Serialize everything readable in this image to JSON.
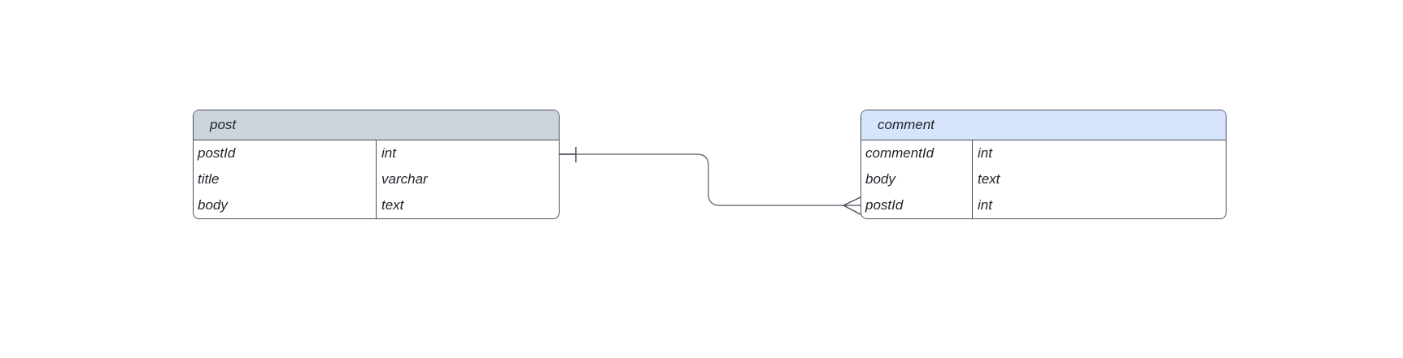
{
  "colors": {
    "canvas_background": "#ffffff",
    "post_header_fill": "#ced4dc",
    "comment_header_fill": "#d6e5fc",
    "table_border": "#4a515c",
    "connector_line": "#6f757e",
    "cardinality_marker": "#454c56",
    "text": "#1f2329"
  },
  "diagram": {
    "type": "entity-relationship",
    "tables": {
      "post": {
        "title": "post",
        "fields": [
          {
            "name": "postId",
            "type": "int"
          },
          {
            "name": "title",
            "type": "varchar"
          },
          {
            "name": "body",
            "type": "text"
          }
        ]
      },
      "comment": {
        "title": "comment",
        "fields": [
          {
            "name": "commentId",
            "type": "int"
          },
          {
            "name": "body",
            "type": "text"
          },
          {
            "name": "postId",
            "type": "int"
          }
        ]
      }
    },
    "relationship": {
      "from_table": "post",
      "from_field": "postId",
      "to_table": "comment",
      "to_field": "postId",
      "from_marker": "one",
      "to_marker": "many",
      "cardinality": "one-to-many"
    }
  }
}
